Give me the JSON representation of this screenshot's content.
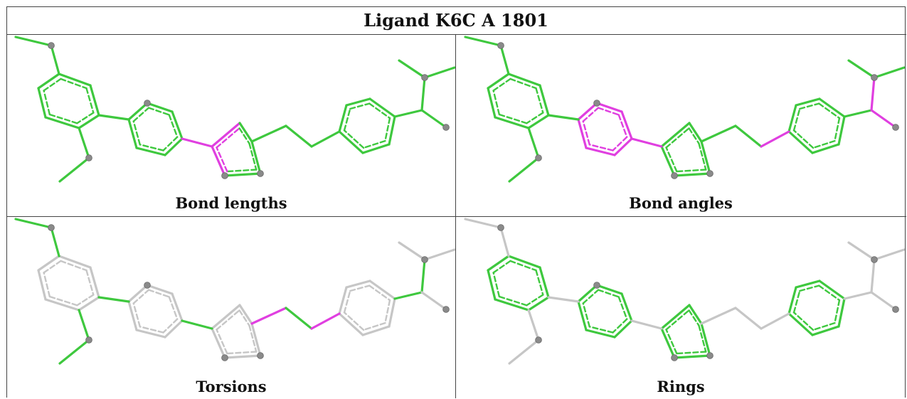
{
  "title": "Ligand K6C A 1801",
  "colors": {
    "ok": "#3ec83e",
    "outlier": "#e03fe0",
    "neutral": "#c6c6c6",
    "atom": "#8a8a8a"
  },
  "panels": [
    {
      "label": "Bond lengths",
      "colorSet": "lengths"
    },
    {
      "label": "Bond angles",
      "colorSet": "angles"
    },
    {
      "label": "Torsions",
      "colorSet": "torsions"
    },
    {
      "label": "Rings",
      "colorSet": "rings"
    }
  ]
}
